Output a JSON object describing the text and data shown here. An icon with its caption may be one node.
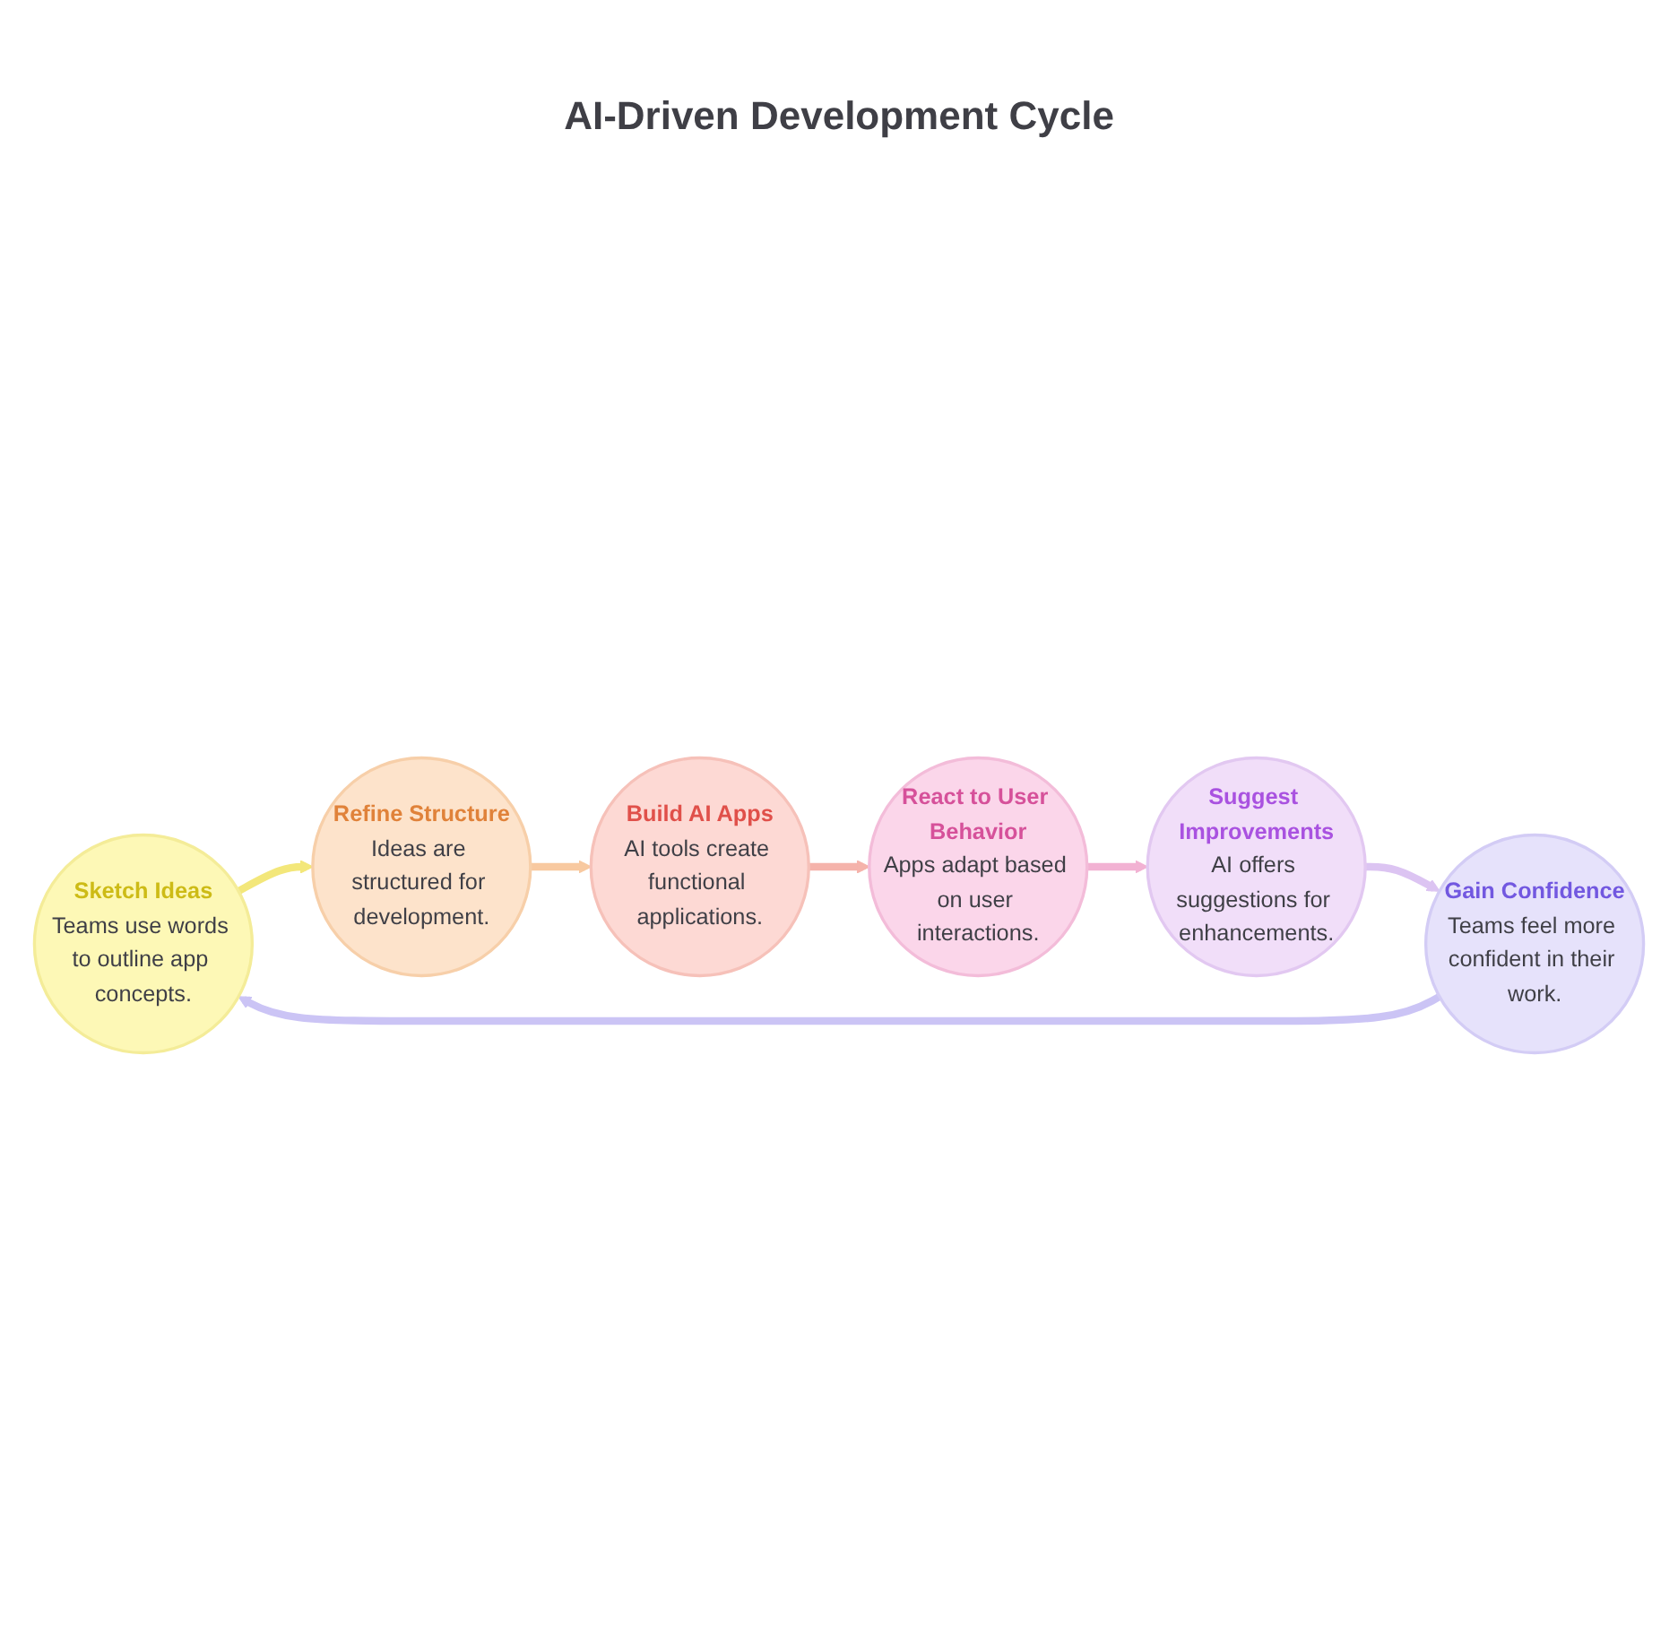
{
  "diagram": {
    "title": "AI-Driven Development Cycle",
    "nodes": [
      {
        "text": [
          "Sketch Ideas",
          "Teams use words to outline app concepts."
        ]
      },
      {
        "text": [
          "Refine Structure",
          "Ideas are structured for development."
        ]
      },
      {
        "text": [
          "Build AI Apps",
          "AI tools create functional applications."
        ]
      },
      {
        "text": [
          "React to User Behavior",
          "Apps adapt based on user interactions."
        ]
      },
      {
        "text": [
          "Suggest Improvements",
          "AI offers suggestions for enhancements."
        ]
      },
      {
        "text": [
          "Gain Confidence",
          "Teams feel more confident in their work."
        ]
      }
    ],
    "edges": [
      {
        "from": 0,
        "to": 1,
        "arrow": "to",
        "color": "#f3e77a"
      },
      {
        "from": 1,
        "to": 2,
        "arrow": "to",
        "color": "#f8c9a0"
      },
      {
        "from": 2,
        "to": 3,
        "arrow": "to",
        "color": "#f5b3ab"
      },
      {
        "from": 3,
        "to": 4,
        "arrow": "to",
        "color": "#f2b2d3"
      },
      {
        "from": 4,
        "to": 5,
        "arrow": "to",
        "color": "#dcc4f2"
      },
      {
        "from": 5,
        "to": 0,
        "arrow": "to",
        "color": "#cbc4f5"
      }
    ]
  }
}
